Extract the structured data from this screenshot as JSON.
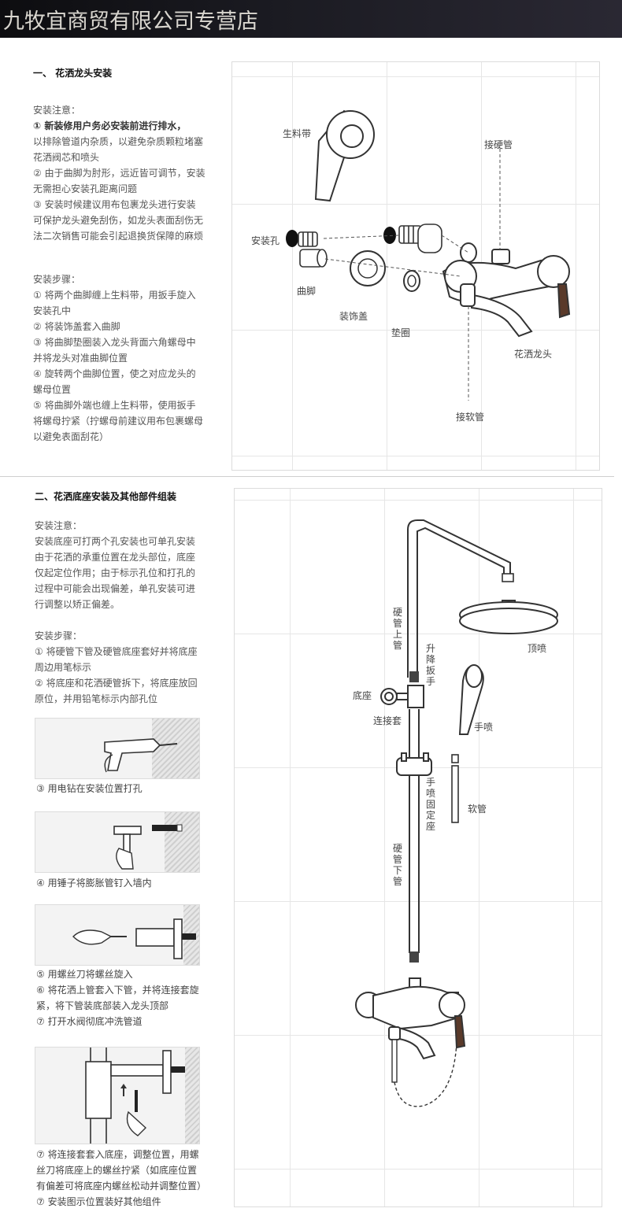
{
  "banner": {
    "title": "九牧宜商贸有限公司专营店"
  },
  "section1": {
    "title": "一、 花洒龙头安装",
    "notes_heading": "安装注意：",
    "notes": [
      {
        "text": "①  新装修用户务必安装前进行排水，",
        "bold": true
      },
      {
        "text": "以排除管道内杂质，以避免杂质颗粒堵塞",
        "bold": false
      },
      {
        "text": "花洒阀芯和喷头",
        "bold": false
      },
      {
        "text": "②  由于曲脚为肘形，远近皆可调节，安装",
        "bold": false
      },
      {
        "text": "无需担心安装孔距离问题",
        "bold": false
      },
      {
        "text": "③  安装时候建议用布包裹龙头进行安装",
        "bold": false
      },
      {
        "text": "可保护龙头避免刮伤，如龙头表面刮伤无",
        "bold": false
      },
      {
        "text": "法二次销售可能会引起退换货保障的麻烦",
        "bold": false
      }
    ],
    "steps_heading": "安装步骤：",
    "steps": [
      "①  将两个曲脚缠上生料带，用扳手旋入",
      "安装孔中",
      "②  将装饰盖套入曲脚",
      "③  将曲脚垫圈装入龙头背面六角螺母中",
      "并将龙头对准曲脚位置",
      "④  旋转两个曲脚位置，使之对应龙头的",
      "螺母位置",
      "⑤  将曲脚外端也缠上生料带，使用扳手",
      "将螺母拧紧（拧螺母前建议用布包裹螺母",
      "以避免表面刮花）"
    ],
    "diagram_labels": {
      "tape": "生料带",
      "hard_pipe": "接硬管",
      "install_hole": "安装孔",
      "elbow": "曲脚",
      "cover": "装饰盖",
      "washer": "垫圈",
      "faucet": "花洒龙头",
      "soft_pipe": "接软管"
    }
  },
  "section2": {
    "title": "二、花洒底座安装及其他部件组装",
    "notes_heading": "安装注意：",
    "notes": [
      "安装底座可打两个孔安装也可单孔安装",
      "由于花洒的承重位置在龙头部位，底座",
      "仅起定位作用；由于标示孔位和打孔的",
      "过程中可能会出现偏差，单孔安装可进",
      "行调整以矫正偏差。"
    ],
    "steps_heading": "安装步骤：",
    "steps": [
      "①  将硬管下管及硬管底座套好并将底座",
      "周边用笔标示",
      "②  将底座和花洒硬管拆下，将底座放回",
      "原位，并用铅笔标示内部孔位"
    ],
    "photo_captions": {
      "drill": "③  用电钻在安装位置打孔",
      "hammer": "④  用锤子将膨胀管钉入墙内",
      "screw": [
        "⑤  用螺丝刀将螺丝旋入",
        "⑥  将花洒上管套入下管，并将连接套旋",
        "紧，将下管装底部装入龙头顶部",
        "⑦  打开水阀彻底冲洗管道"
      ],
      "adjust": [
        "⑦  将连接套套入底座，调整位置，用螺",
        "丝刀将底座上的螺丝拧紧（如底座位置",
        "有偏差可将底座内螺丝松动并调整位置）",
        "⑦  安装图示位置装好其他组件"
      ]
    },
    "diagram_labels": {
      "upper_pipe": "硬管上管",
      "lift_wrench": "升降扳手",
      "top_spray": "顶喷",
      "base": "底座",
      "connector": "连接套",
      "hand_spray": "手喷",
      "hand_holder": "手喷固定座",
      "hose": "软管",
      "lower_pipe": "硬管下管"
    }
  }
}
